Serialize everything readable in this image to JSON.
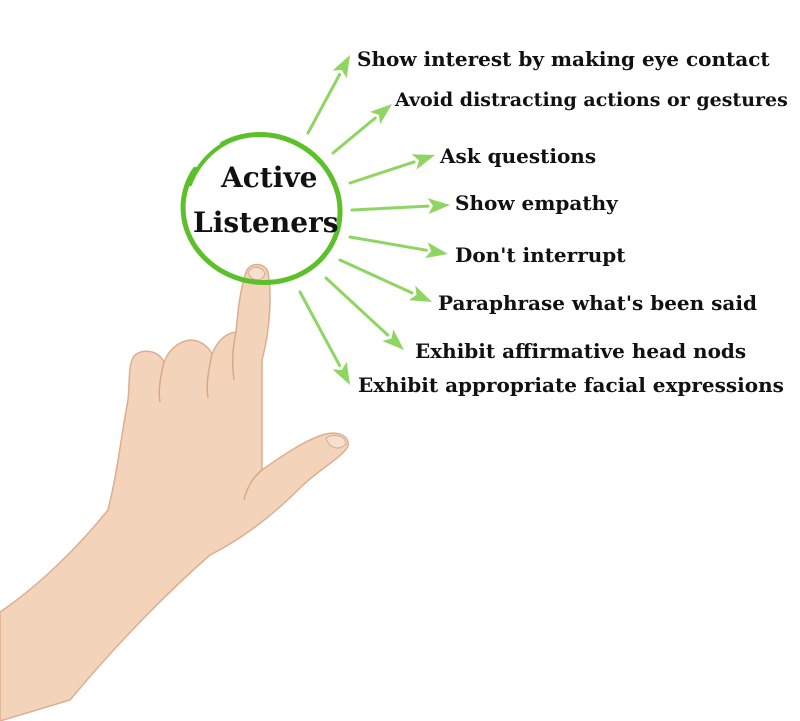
{
  "diagram": {
    "center": {
      "line1": "Active",
      "line2": "Listeners",
      "ring_color": "#5cc02a"
    },
    "arrow_color": "#8ed561",
    "items": [
      {
        "label": "Show interest by making eye contact"
      },
      {
        "label": "Avoid distracting actions or gestures"
      },
      {
        "label": "Ask questions"
      },
      {
        "label": "Show empathy"
      },
      {
        "label": "Don't interrupt"
      },
      {
        "label": "Paraphrase what's been said"
      },
      {
        "label": "Exhibit affirmative head nods"
      },
      {
        "label": "Exhibit appropriate facial expressions"
      }
    ]
  }
}
